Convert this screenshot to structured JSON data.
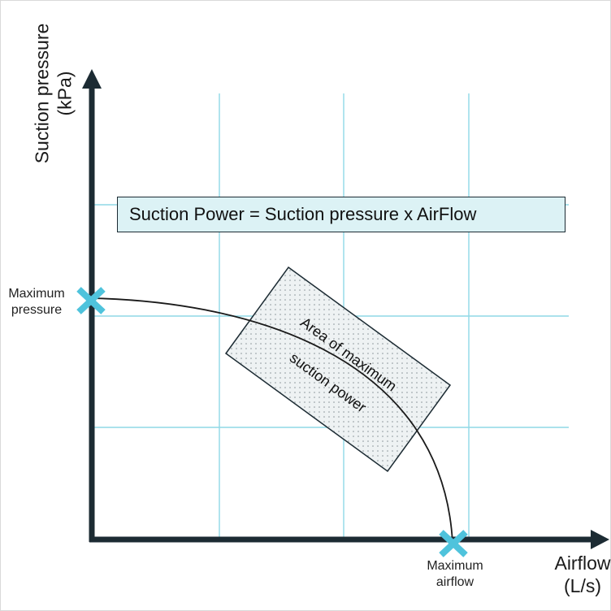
{
  "title": "",
  "formula": "Suction Power = Suction pressure x AirFlow",
  "y_axis": {
    "line1": "Suction pressure",
    "line2": "(kPa)"
  },
  "x_axis": {
    "line1": "Airflow",
    "line2": "(L/s)"
  },
  "markers": {
    "max_pressure": {
      "line1": "Maximum",
      "line2": "pressure"
    },
    "max_airflow": {
      "line1": "Maximum",
      "line2": "airflow"
    }
  },
  "area": {
    "line1": "Area of maximum",
    "line2": "suction power"
  },
  "colors": {
    "axis": "#1c2b33",
    "grid": "#8fd9e6",
    "marker": "#4fc3dc",
    "formula_fill": "#dcf2f5",
    "area_fill": "#eef2f3"
  }
}
